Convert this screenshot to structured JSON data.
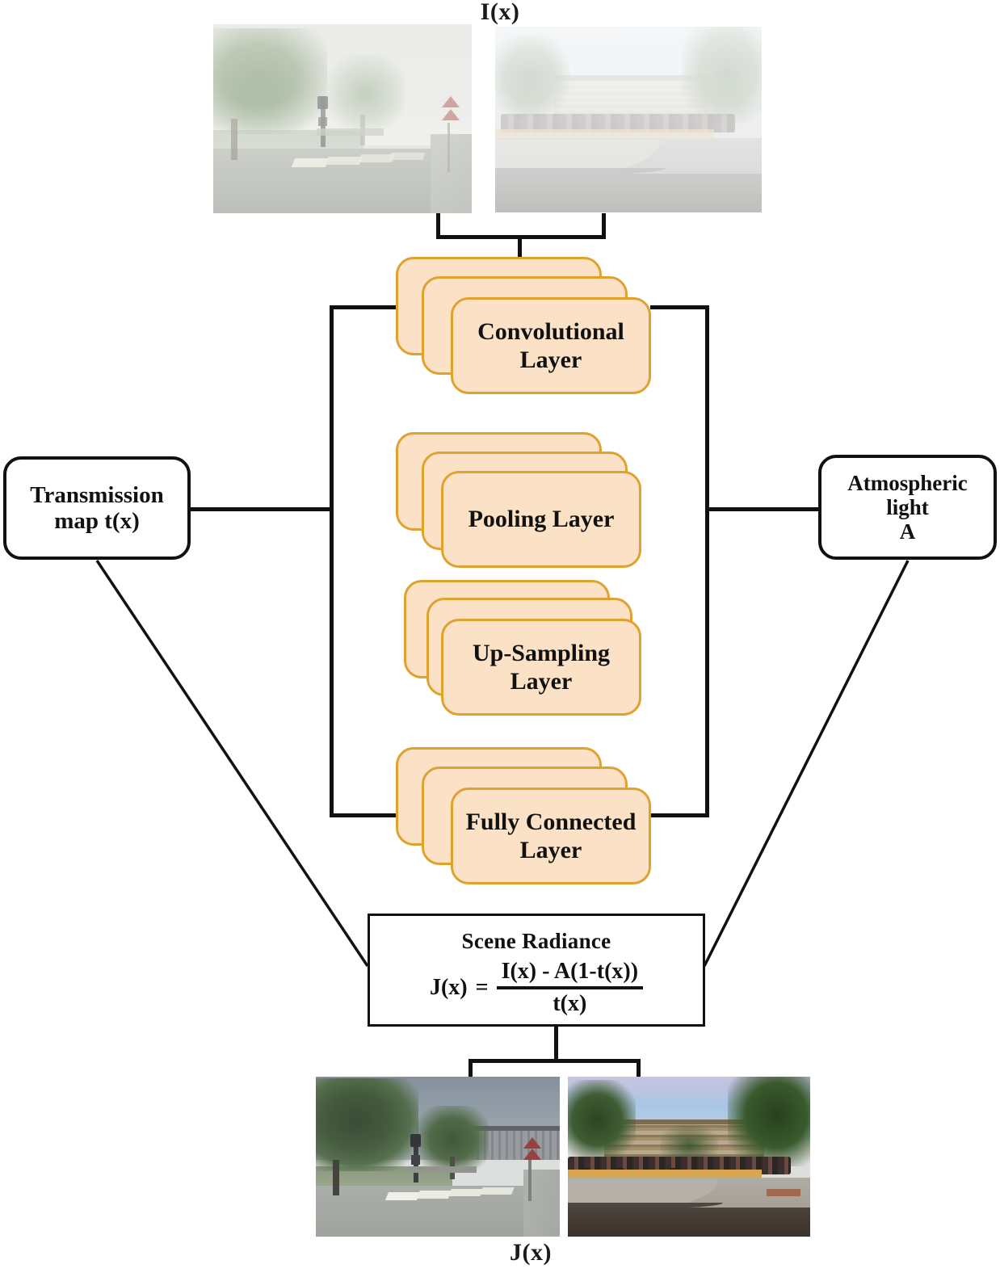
{
  "diagram": {
    "input_label": "I(x)",
    "output_label": "J(x)",
    "colors": {
      "card_fill": "#FBE1C6",
      "card_border": "#DFA22E",
      "line": "#111111",
      "box_fill": "#FFFFFF"
    }
  },
  "inputs": [
    {
      "caption": "hazy-street-crosswalk-scene"
    },
    {
      "caption": "hazy-campus-motorcycles-scene"
    }
  ],
  "outputs": [
    {
      "caption": "dehazed-street-crosswalk-scene"
    },
    {
      "caption": "dehazed-campus-motorcycles-scene"
    }
  ],
  "side_boxes": {
    "left": {
      "line1": "Transmission",
      "line2": "map t(x)"
    },
    "right": {
      "line1": "Atmospheric",
      "line2": "light",
      "line3": "A"
    }
  },
  "cnn_layers": [
    {
      "line1": "Convolutional",
      "line2": "Layer"
    },
    {
      "line1": "Pooling Layer",
      "line2": ""
    },
    {
      "line1": "Up-Sampling",
      "line2": "Layer"
    },
    {
      "line1": "Fully Connected",
      "line2": "Layer"
    }
  ],
  "formula": {
    "title": "Scene Radiance",
    "lhs": "J(x)",
    "equals": "=",
    "numerator": "I(x) - A(1-t(x))",
    "denominator": "t(x)"
  }
}
